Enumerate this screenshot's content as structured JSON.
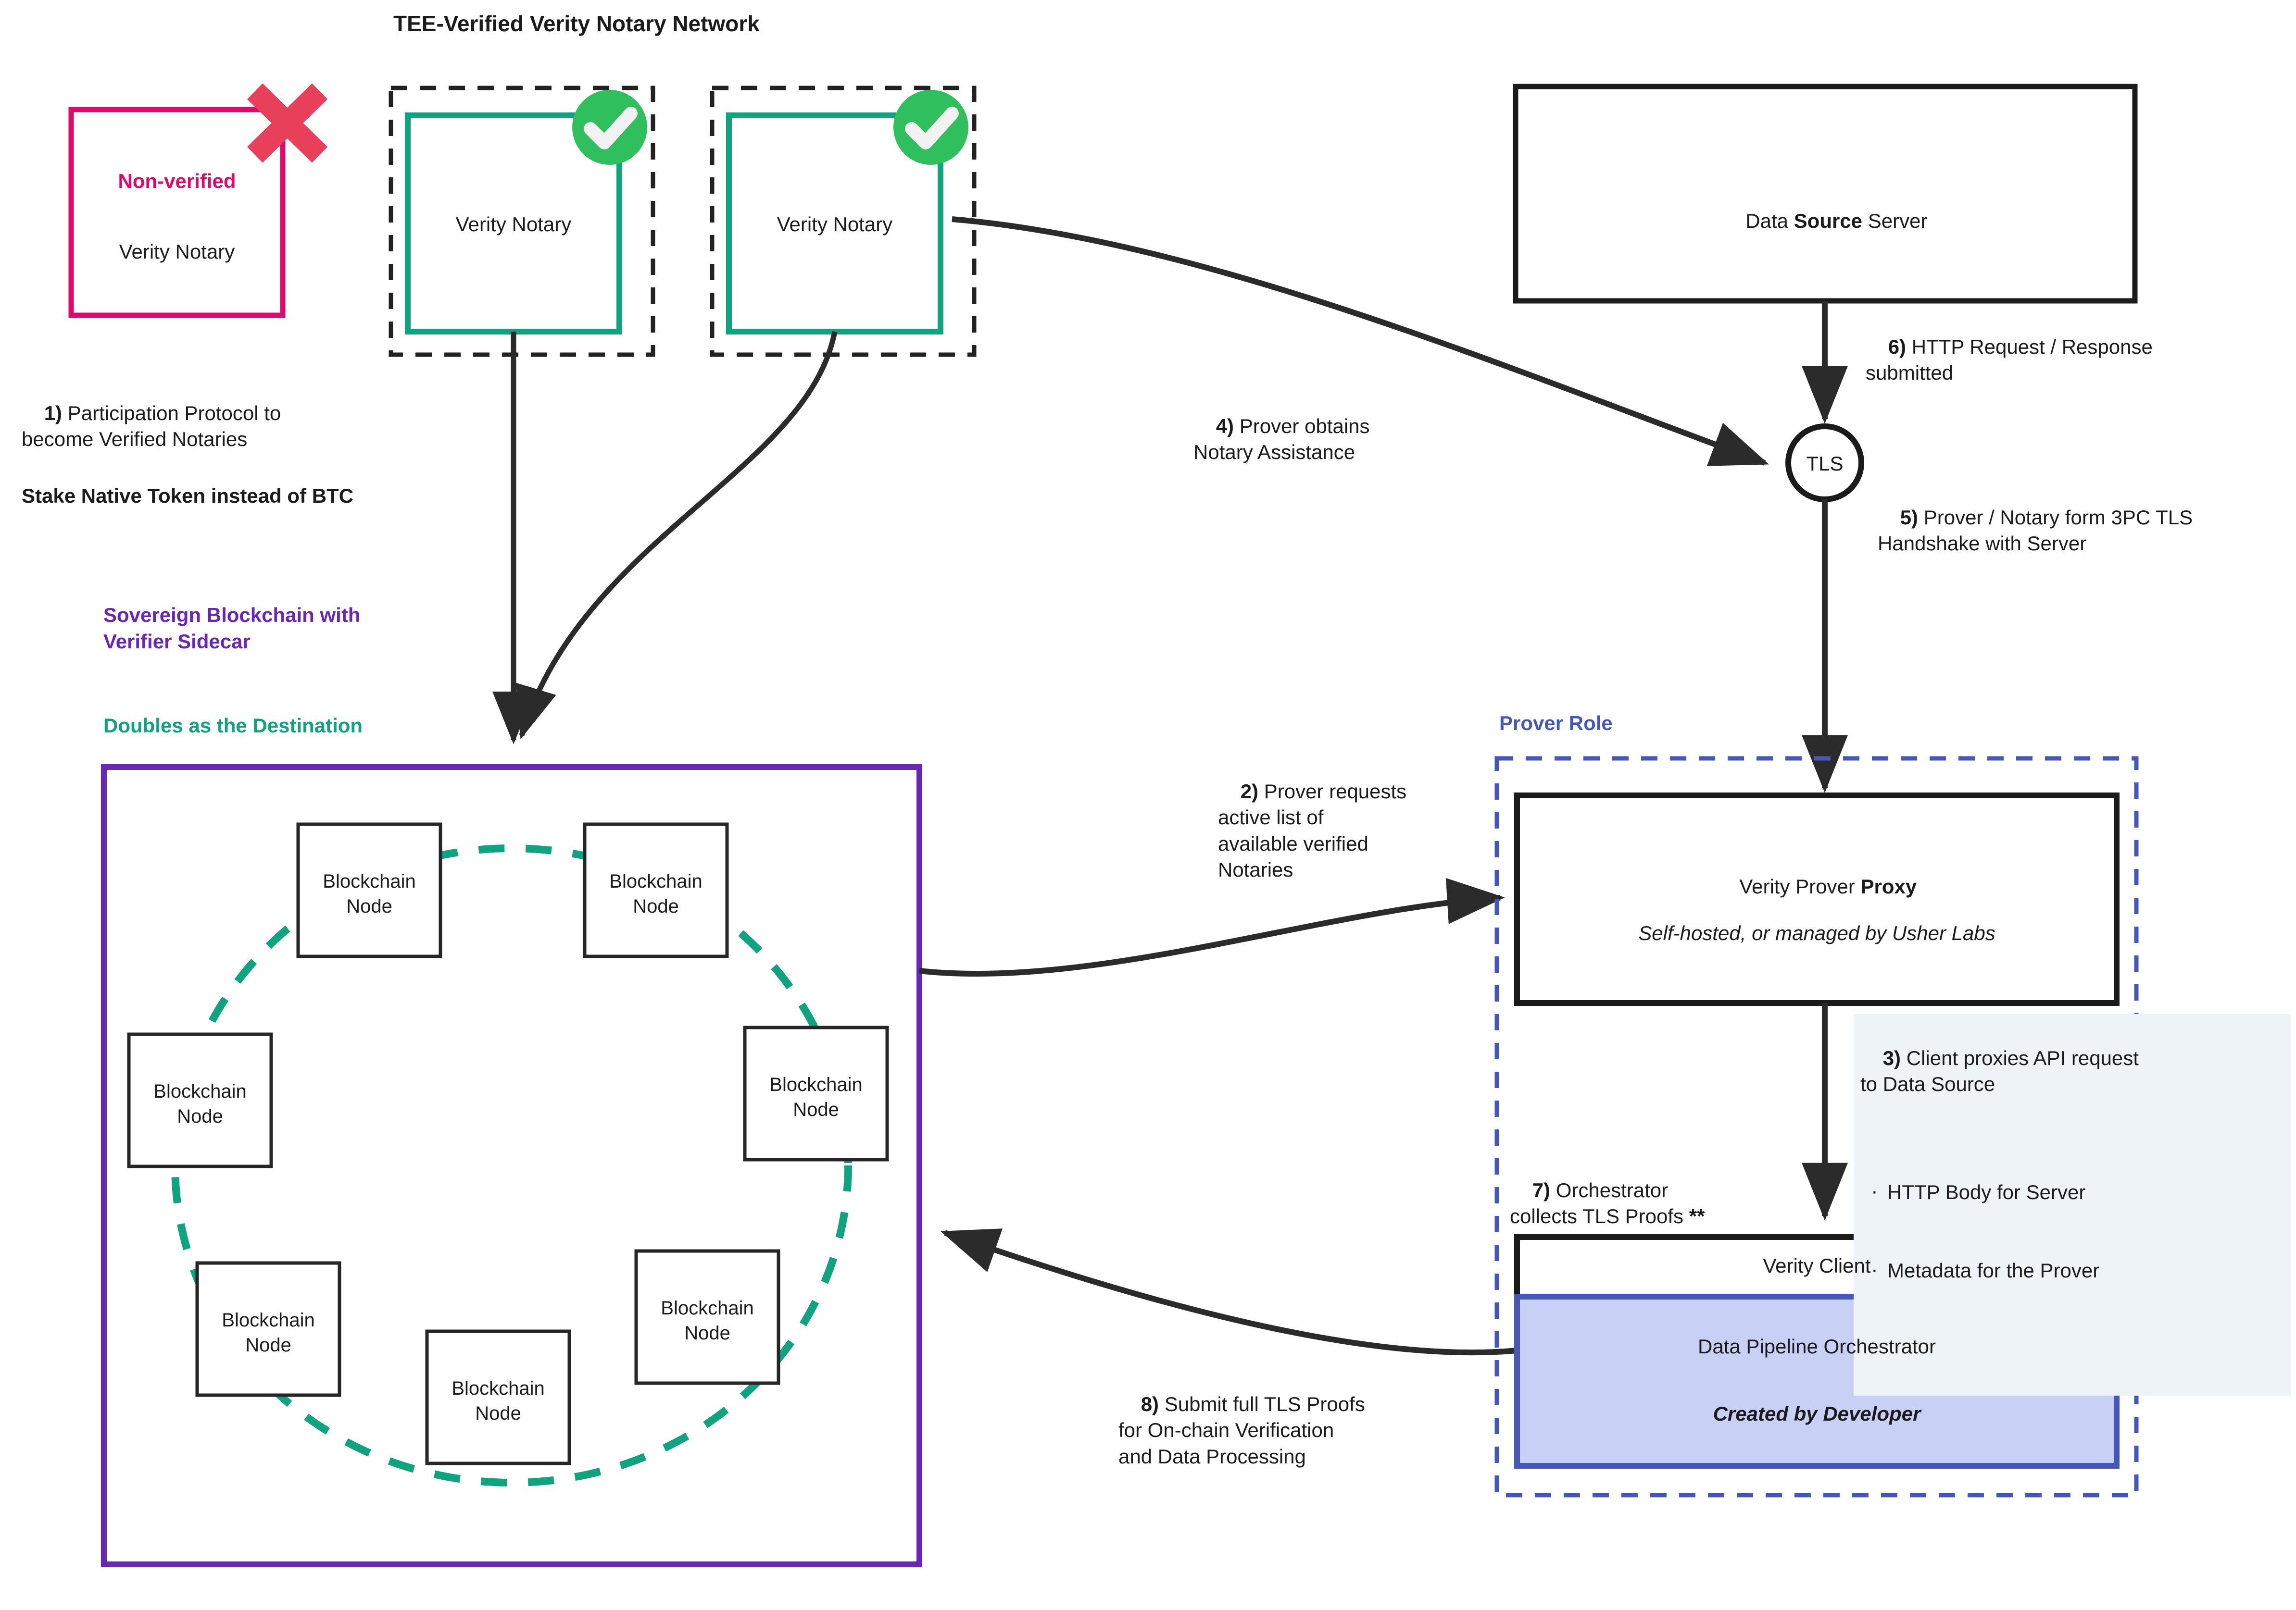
{
  "diagram": {
    "title": "TEE-Verified Verity Notary Network",
    "colors": {
      "pink": "#DD0A6D",
      "x_mark": "#E8405A",
      "teal": "#10A37F",
      "green_check": "#2FBF5C",
      "purple": "#6A26B5",
      "blue_dashed": "#4557B8",
      "orchestrator_fill": "#C8D0F5",
      "callout_bg": "#EDF3F7",
      "stroke": "#262626"
    },
    "notary_network": {
      "non_verified": {
        "badge": "Non-verified",
        "name": "Verity Notary",
        "icon": "cross-mark-icon"
      },
      "verified": [
        {
          "name": "Verity Notary",
          "icon": "green-check-icon"
        },
        {
          "name": "Verity Notary",
          "icon": "green-check-icon"
        }
      ]
    },
    "annotations": {
      "step1": "1) Participation Protocol to\nbecome Verified Notaries",
      "step1_num": "1)",
      "stake_note": "Stake Native Token instead of BTC",
      "sovereign_note": "Sovereign Blockchain with\nVerifier Sidecar",
      "destination_note": "Doubles as the Destination",
      "step2": "2) Prover requests\nactive list of\navailable verified\nNotaries",
      "step2_num": "2)",
      "step2_rest": " Prover requests\nactive list of\navailable verified\nNotaries",
      "step4_num": "4)",
      "step4_rest": " Prover obtains\nNotary Assistance",
      "step5_num": "5)",
      "step5_rest": " Prover / Notary form 3PC TLS\nHandshake with Server",
      "step6_num": "6)",
      "step6_rest": " HTTP Request / Response\nsubmitted",
      "step3_num": "3)",
      "step3_rest": " Client proxies API request\nto Data Source",
      "step3_bullets": [
        "HTTP Body for Server",
        "Metadata for the Prover"
      ],
      "step7_num": "7)",
      "step7_rest": " Orchestrator\ncollects TLS Proofs **",
      "step8_num": "8)",
      "step8_rest": " Submit full TLS Proofs\nfor On-chain Verification\nand Data Processing"
    },
    "blockchain": {
      "nodes": [
        "Blockchain\nNode",
        "Blockchain\nNode",
        "Blockchain\nNode",
        "Blockchain\nNode",
        "Blockchain\nNode",
        "Blockchain\nNode",
        "Blockchain\nNode"
      ]
    },
    "right_column": {
      "data_source_prefix": "Data ",
      "data_source_bold": "Source",
      "data_source_suffix": " Server",
      "tls_node": "TLS",
      "prover_role_label": "Prover Role",
      "proxy_prefix": "Verity Prover ",
      "proxy_bold": "Proxy",
      "proxy_sub": "Self-hosted, or managed by Usher Labs",
      "verity_client": "Verity Client",
      "orchestrator": "Data Pipeline Orchestrator",
      "orchestrator_sub": "Created by Developer"
    }
  }
}
